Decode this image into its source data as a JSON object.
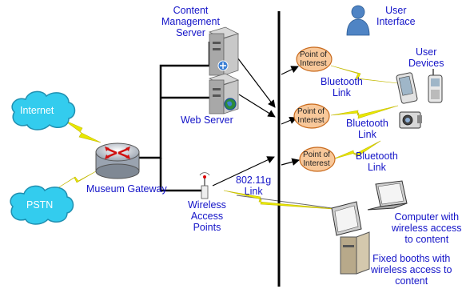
{
  "labels": {
    "content_server": [
      "Content",
      "Management",
      "Server"
    ],
    "web_server": "Web Server",
    "user_interface": [
      "User",
      "Interface"
    ],
    "user_devices": [
      "User",
      "Devices"
    ],
    "internet": "Internet",
    "pstn": "PSTN",
    "museum_gateway": "Museum Gateway",
    "wireless_ap": [
      "Wireless",
      "Access",
      "Points"
    ],
    "wifi_link": [
      "802.11g",
      "Link"
    ],
    "poi": [
      "Point of",
      "Interest"
    ],
    "bluetooth": [
      "Bluetooth",
      "Link"
    ],
    "computer": [
      "Computer with",
      "wireless access",
      "to content"
    ],
    "booth": [
      "Fixed booths with",
      "wireless access to",
      "content"
    ]
  },
  "colors": {
    "label_text": "#1414c8",
    "cloud_fill": "#33ccee",
    "poi_fill": "#f8c89a",
    "lightning": "#e8e800",
    "backbone": "#000000"
  }
}
